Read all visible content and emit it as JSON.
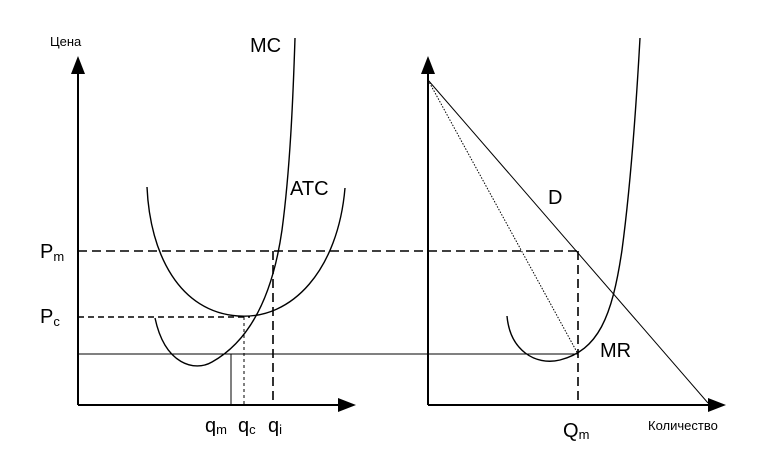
{
  "axes": {
    "y_label": "Цена",
    "x_label": "Количество"
  },
  "curves": {
    "mc": "MC",
    "atc": "ATC",
    "demand": "D",
    "marginal_revenue": "MR"
  },
  "price_levels": {
    "pm": {
      "main": "P",
      "sub": "m"
    },
    "pc": {
      "main": "P",
      "sub": "c"
    }
  },
  "quantity_levels": {
    "qm": {
      "main": "q",
      "sub": "m"
    },
    "qc": {
      "main": "q",
      "sub": "c"
    },
    "qi": {
      "main": "q",
      "sub": "i"
    },
    "Qm": {
      "main": "Q",
      "sub": "m"
    }
  }
}
